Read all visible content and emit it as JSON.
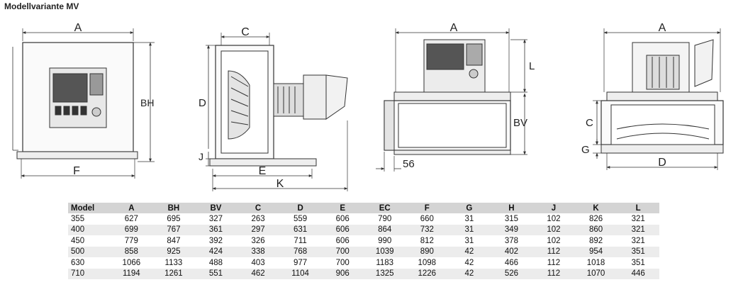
{
  "title": "Modellvariante MV",
  "labels": {
    "v1_a": "A",
    "v1_bh": "BH",
    "v1_f": "F",
    "v2_c": "C",
    "v2_d": "D",
    "v2_j": "J",
    "v2_e": "E",
    "v2_k": "K",
    "v3_a": "A",
    "v3_l": "L",
    "v3_bv": "BV",
    "v3_56": "56",
    "v4_a": "A",
    "v4_c": "C",
    "v4_g": "G",
    "v4_d": "D"
  },
  "table": {
    "headers": [
      "Model",
      "A",
      "BH",
      "BV",
      "C",
      "D",
      "E",
      "EC",
      "F",
      "G",
      "H",
      "J",
      "K",
      "L"
    ],
    "rows": [
      [
        "355",
        "627",
        "695",
        "327",
        "263",
        "559",
        "606",
        "790",
        "660",
        "31",
        "315",
        "102",
        "826",
        "321"
      ],
      [
        "400",
        "699",
        "767",
        "361",
        "297",
        "631",
        "606",
        "864",
        "732",
        "31",
        "349",
        "102",
        "860",
        "321"
      ],
      [
        "450",
        "779",
        "847",
        "392",
        "326",
        "711",
        "606",
        "990",
        "812",
        "31",
        "378",
        "102",
        "892",
        "321"
      ],
      [
        "500",
        "858",
        "925",
        "424",
        "338",
        "768",
        "700",
        "1039",
        "890",
        "42",
        "402",
        "112",
        "954",
        "351"
      ],
      [
        "630",
        "1066",
        "1133",
        "488",
        "403",
        "977",
        "700",
        "1183",
        "1098",
        "42",
        "466",
        "112",
        "1018",
        "351"
      ],
      [
        "710",
        "1194",
        "1261",
        "551",
        "462",
        "1104",
        "906",
        "1325",
        "1226",
        "42",
        "526",
        "112",
        "1070",
        "446"
      ]
    ]
  }
}
